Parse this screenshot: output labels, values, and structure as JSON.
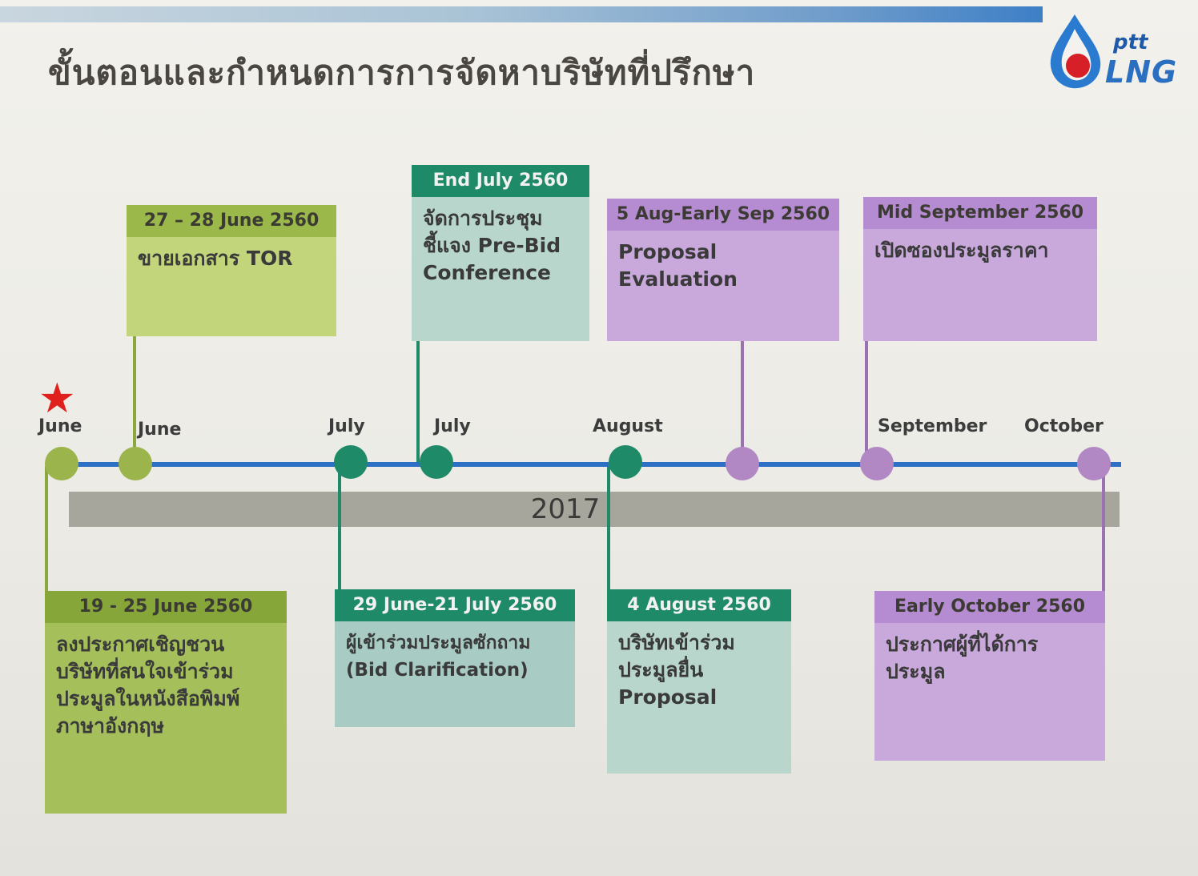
{
  "title": "ขั้นตอนและกำหนดการการจัดหาบริษัทที่ปรึกษา",
  "logo": {
    "ptt": "ptt",
    "lng": "LNG",
    "icon": "ptt-flame-logo-icon"
  },
  "colors": {
    "axis": "#2c6fc4",
    "green": "#9bb44c",
    "teal": "#1f8a68",
    "purple": "#b288c4",
    "star": "#e0201c",
    "year_band": "#a7a69c"
  },
  "year": "2017",
  "months": [
    "June",
    "June",
    "July",
    "July",
    "August",
    "September",
    "October"
  ],
  "milestones": {
    "tor_sale": {
      "date": "27 – 28 June 2560",
      "text": "ขายเอกสาร TOR"
    },
    "prebid": {
      "date": "End July 2560",
      "lines": [
        "จัดการประชุม",
        "ชี้แจง Pre-Bid",
        "Conference"
      ]
    },
    "evaluation": {
      "date": "5 Aug-Early Sep 2560",
      "lines": [
        "Proposal",
        "Evaluation"
      ]
    },
    "price_open": {
      "date": "Mid September 2560",
      "text": "เปิดซองประมูลราคา"
    },
    "announce": {
      "date": "19 - 25 June 2560",
      "lines": [
        "ลงประกาศเชิญชวน",
        "บริษัทที่สนใจเข้าร่วม",
        "ประมูลในหนังสือพิมพ์",
        "ภาษาอังกฤษ"
      ]
    },
    "clarification": {
      "date": "29 June-21 July 2560",
      "lines": [
        "ผู้เข้าร่วมประมูลซักถาม",
        "(Bid Clarification)"
      ]
    },
    "submit": {
      "date": "4 August 2560",
      "lines": [
        "บริษัทเข้าร่วม",
        "ประมูลยื่น",
        "Proposal"
      ]
    },
    "winner": {
      "date": "Early October 2560",
      "lines": [
        "ประกาศผู้ที่ได้การ",
        "ประมูล"
      ]
    }
  }
}
